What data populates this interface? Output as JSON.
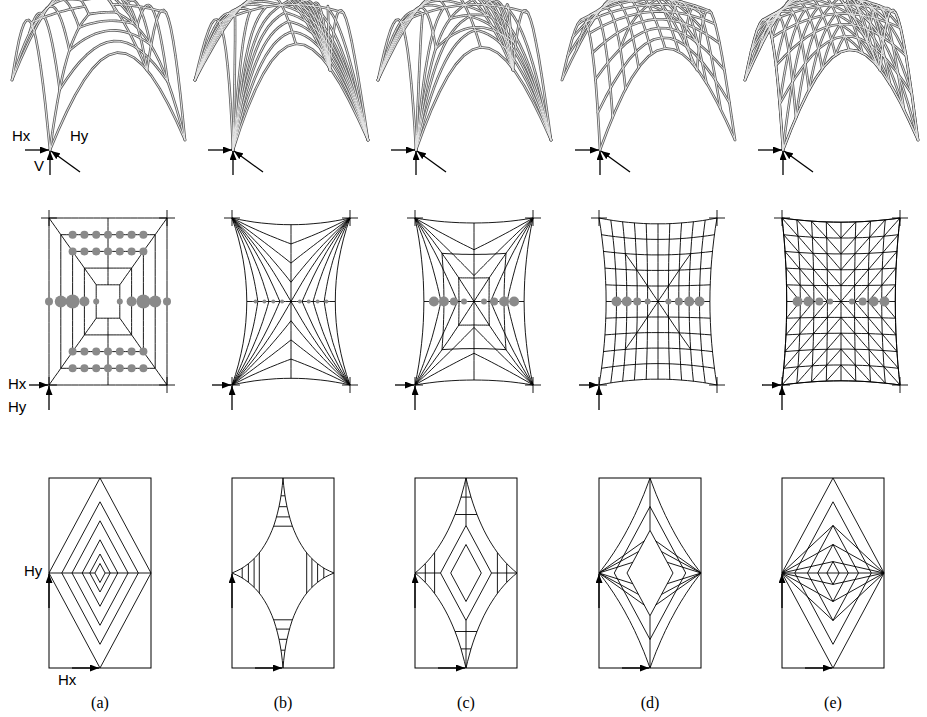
{
  "diagram": {
    "labels": [
      "Hx",
      "Hy",
      "V",
      "Hx",
      "Hy",
      "Hy",
      "Hx",
      "(a)",
      "(b)",
      "(c)",
      "(d)",
      "(e)"
    ]
  }
}
